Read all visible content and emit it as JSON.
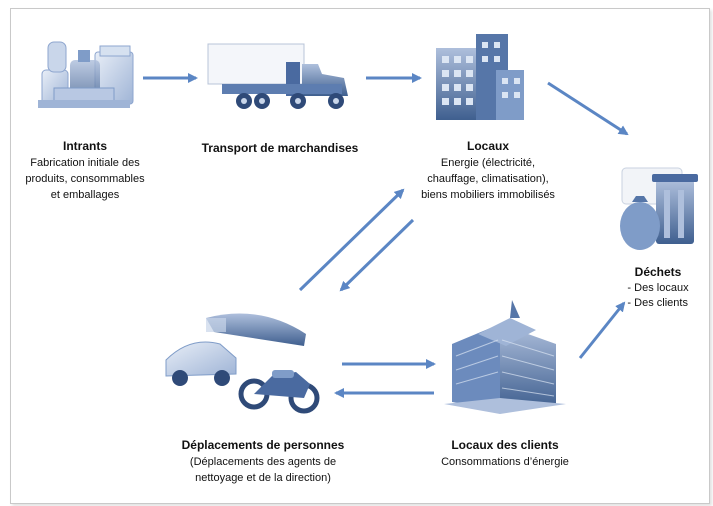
{
  "nodes": {
    "intrants": {
      "title": "Intrants",
      "desc": [
        "Fabrication initiale des",
        "produits, consommables",
        "et emballages"
      ]
    },
    "transport": {
      "title": "Transport de marchandises"
    },
    "locaux": {
      "title": "Locaux",
      "desc": [
        "Energie (électricité,",
        "chauffage, climatisation),",
        "biens mobiliers immobilisés"
      ]
    },
    "dechets": {
      "title": "Déchets",
      "items": [
        "Des locaux",
        "Des clients"
      ]
    },
    "deplacements": {
      "title": "Déplacements de personnes",
      "desc": [
        "(Déplacements  des agents de",
        "nettoyage et de la direction)"
      ]
    },
    "clients": {
      "title": "Locaux des clients",
      "desc": [
        "Consommations d’énergie"
      ]
    }
  },
  "colors": {
    "arrow": "#5b86c4",
    "icon_dark": "#3f5f8f",
    "icon_mid": "#7f9cc8",
    "icon_light": "#c9d6ea"
  },
  "icons": {
    "intrants": "products-stack-icon",
    "transport": "truck-icon",
    "locaux": "office-building-icon",
    "dechets": "trash-bin-icon",
    "deplacements": "vehicles-icon",
    "clients": "client-building-icon"
  }
}
